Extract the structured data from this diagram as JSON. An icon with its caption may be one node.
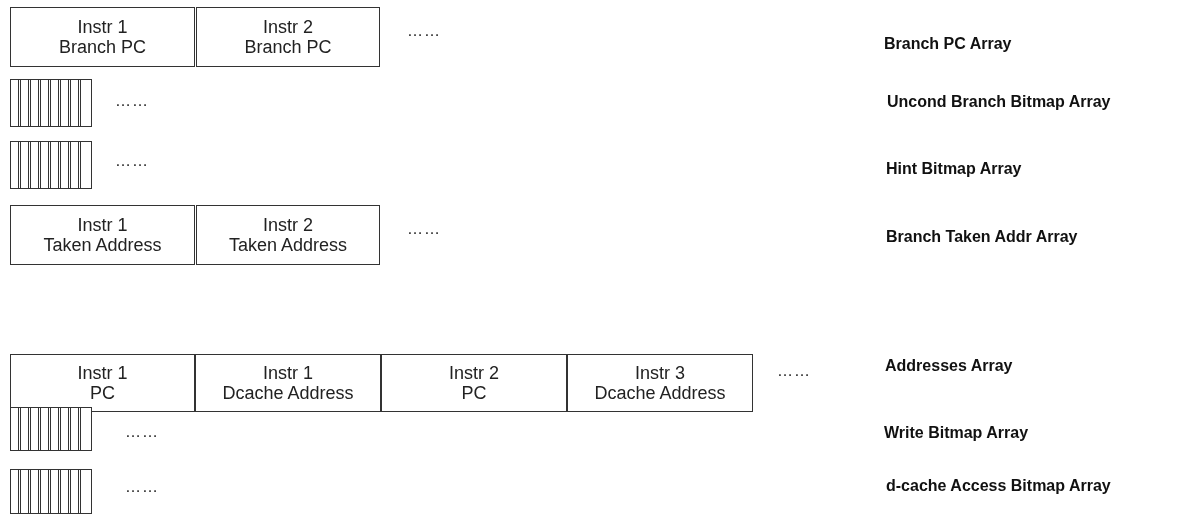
{
  "diagram": {
    "nodes": [
      {
        "text": [
          "Instr 1",
          "Branch PC"
        ]
      },
      {
        "text": [
          "Instr 2",
          "Branch PC"
        ]
      },
      {
        "text": [],
        "shape": "box"
      },
      {
        "text": [],
        "shape": "box"
      },
      {
        "text": [
          "Instr 1",
          "Taken Address"
        ]
      },
      {
        "text": [
          "Instr 2",
          "Taken Address"
        ]
      },
      {
        "text": [
          "Instr 1",
          "PC"
        ]
      },
      {
        "text": [
          "Instr 1",
          "Dcache Address"
        ]
      },
      {
        "text": [
          "Instr 2",
          "PC"
        ]
      },
      {
        "text": [
          "Instr 3",
          "Dcache Address"
        ]
      },
      {
        "text": [],
        "shape": "box"
      },
      {
        "text": [],
        "shape": "box"
      }
    ],
    "edges": [],
    "labels": [
      "……",
      "Branch PC Array",
      "……",
      "Uncond Branch Bitmap Array",
      "……",
      "Hint Bitmap Array",
      "……",
      "Branch Taken Addr Array",
      "……",
      "Addresses Array",
      "……",
      "Write Bitmap Array",
      "……",
      "d-cache Access Bitmap Array"
    ]
  }
}
